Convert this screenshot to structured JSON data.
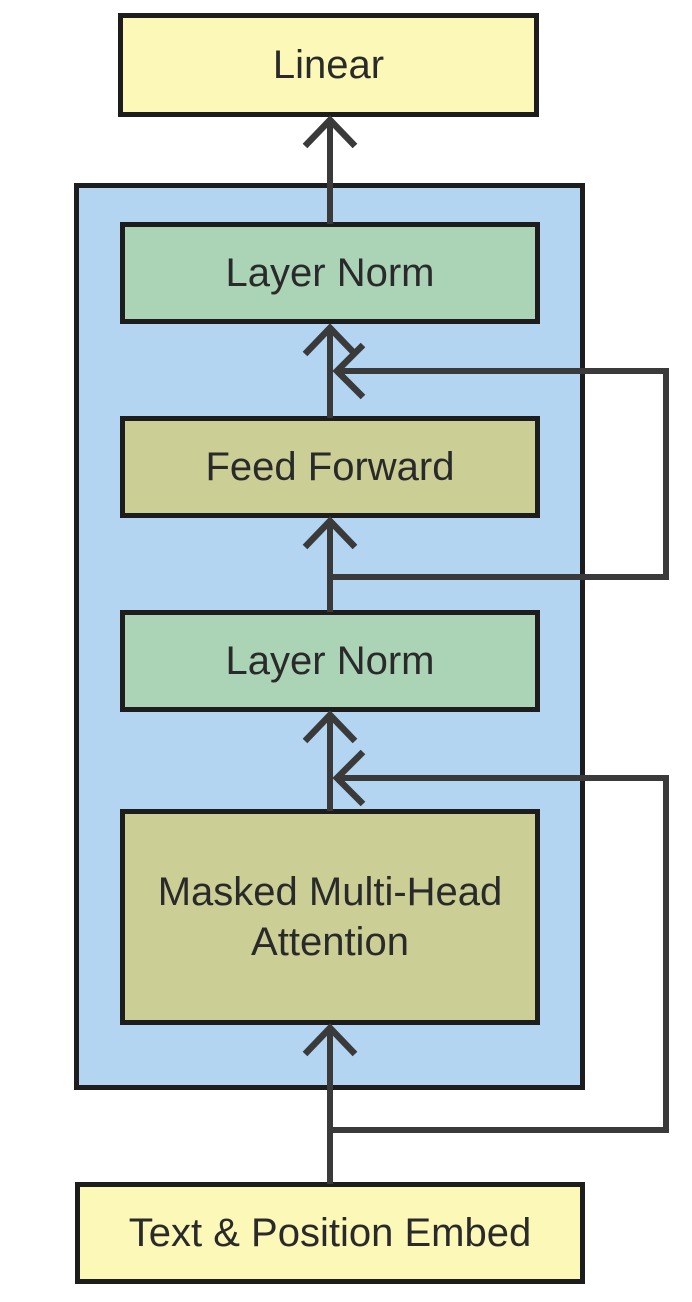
{
  "colors": {
    "background": "#ffffff",
    "border": "#1d1d1d",
    "arrow": "#3a3a3a",
    "text": "#2a2a2a",
    "yellow": "#fcf8b8",
    "blue": "#b3d5f2",
    "green": "#abd3b5",
    "olive": "#cbce95"
  },
  "diagram": {
    "nodes": [
      {
        "id": "linear",
        "label": "Linear",
        "fill": "yellow"
      },
      {
        "id": "layer-norm-upper",
        "label": "Layer Norm",
        "fill": "green"
      },
      {
        "id": "feed-forward",
        "label": "Feed Forward",
        "fill": "olive"
      },
      {
        "id": "layer-norm-lower",
        "label": "Layer Norm",
        "fill": "green"
      },
      {
        "id": "masked-multi-head-attention",
        "label": "Masked Multi-Head Attention",
        "fill": "olive"
      },
      {
        "id": "text-position-embed",
        "label": "Text & Position Embed",
        "fill": "yellow"
      }
    ],
    "container": {
      "id": "decoder-block",
      "fill": "blue"
    },
    "edges": [
      {
        "from": "text-position-embed",
        "to": "masked-multi-head-attention",
        "type": "flow"
      },
      {
        "from": "masked-multi-head-attention",
        "to": "layer-norm-lower",
        "type": "flow"
      },
      {
        "from": "layer-norm-lower",
        "to": "feed-forward",
        "type": "flow"
      },
      {
        "from": "feed-forward",
        "to": "layer-norm-upper",
        "type": "flow"
      },
      {
        "from": "layer-norm-upper",
        "to": "linear",
        "type": "flow"
      },
      {
        "from": "text-position-embed",
        "to": "layer-norm-lower",
        "type": "residual-skip"
      },
      {
        "from": "layer-norm-lower",
        "to": "layer-norm-upper",
        "type": "residual-skip"
      }
    ]
  }
}
